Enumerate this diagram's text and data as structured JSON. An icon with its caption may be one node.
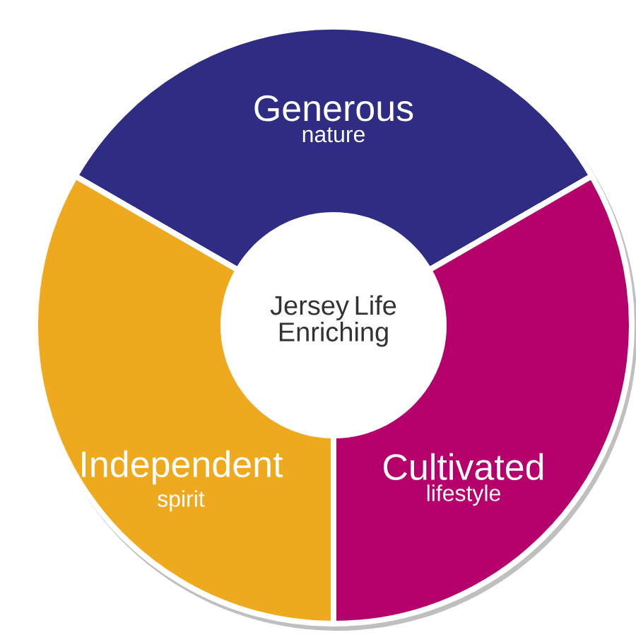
{
  "diagram": {
    "nodes": [
      {
        "text": [
          "Generous",
          "nature"
        ]
      },
      {
        "text": [
          "Jersey Life Enriching"
        ]
      },
      {
        "text": [
          "Independent",
          "spirit"
        ]
      },
      {
        "text": [
          "Cultivated",
          "lifestyle"
        ]
      }
    ]
  }
}
